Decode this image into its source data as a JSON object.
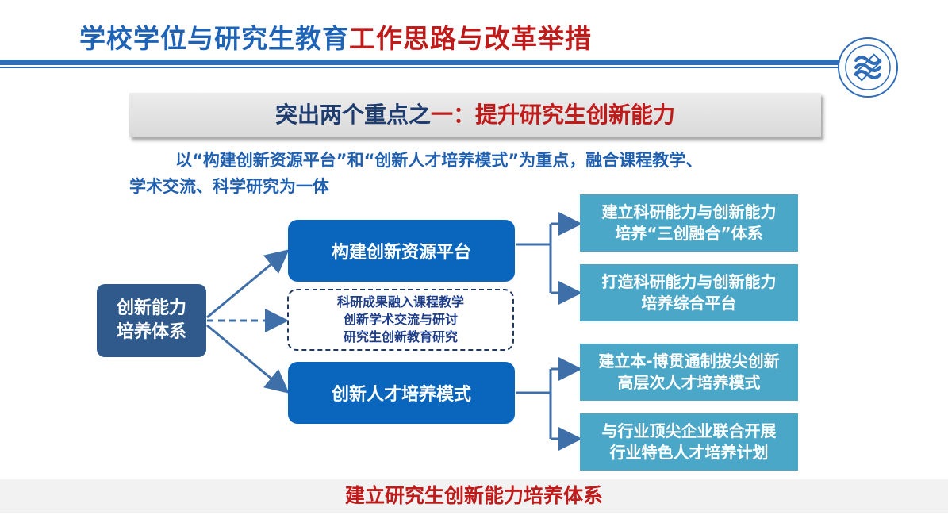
{
  "header": {
    "title_blue": "学校学位与研究生教育",
    "title_red": "工作思路与改革举措"
  },
  "banner": {
    "text_dark": "突出两个重点之",
    "text_red": "一：提升研究生创新能力"
  },
  "intro": {
    "line1": "以“构建创新资源平台”和“创新人才培养模式”为重点，融合课程教学、",
    "line2": "学术交流、科学研究为一体"
  },
  "diagram": {
    "root": {
      "line1": "创新能力",
      "line2": "培养体系"
    },
    "platform": "构建创新资源平台",
    "model": "创新人才培养模式",
    "integration": [
      "科研成果融入课程教学",
      "创新学术交流与研讨",
      "研究生创新教育研究"
    ],
    "leaves": [
      {
        "line1": "建立科研能力与创新能力",
        "line2": "培养“三创融合”体系"
      },
      {
        "line1": "打造科研能力与创新能力",
        "line2": "培养综合平台"
      },
      {
        "line1": "建立本-博贯通制拔尖创新",
        "line2": "高层次人才培养模式"
      },
      {
        "line1": "与行业顶尖企业联合开展",
        "line2": "行业特色人才培养计划"
      }
    ],
    "colors": {
      "root": "#2f5a8b",
      "mid": "#0a66bd",
      "leaf": "#4aa7c7",
      "arrow": "#3f6fa8"
    }
  },
  "footer": {
    "text": "建立研究生创新能力培养体系"
  },
  "logo": {
    "icon": "university-seal-icon"
  }
}
